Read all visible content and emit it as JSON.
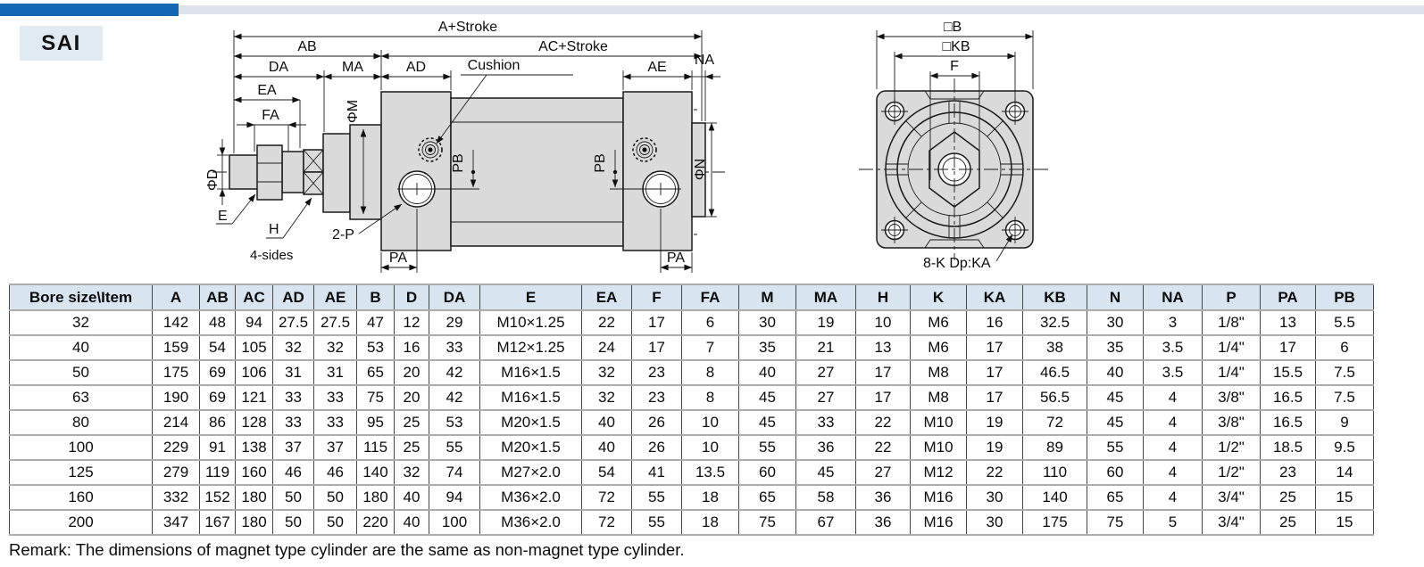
{
  "header": {
    "product_code": "SAI"
  },
  "drawing": {
    "side_view": {
      "labels": {
        "a_stroke": "A+Stroke",
        "ab": "AB",
        "ac_stroke": "AC+Stroke",
        "da": "DA",
        "ma": "MA",
        "ad": "AD",
        "cushion": "Cushion",
        "ae": "AE",
        "na": "NA",
        "ea": "EA",
        "fa": "FA",
        "phi_m": "ΦM",
        "phi_d": "ΦD",
        "e": "E",
        "h": "H",
        "four_sides": "4-sides",
        "two_p": "2-P",
        "pb_front": "PB",
        "pb_rear": "PB",
        "phi_n": "ΦN",
        "pa_front": "PA",
        "pa_rear": "PA"
      }
    },
    "end_view": {
      "labels": {
        "b": "□B",
        "kb": "□KB",
        "f": "F",
        "bolt_note": "8-K Dp:KA"
      }
    }
  },
  "table": {
    "columns": [
      "Bore size\\Item",
      "A",
      "AB",
      "AC",
      "AD",
      "AE",
      "B",
      "D",
      "DA",
      "E",
      "EA",
      "F",
      "FA",
      "M",
      "MA",
      "H",
      "K",
      "KA",
      "KB",
      "N",
      "NA",
      "P",
      "PA",
      "PB"
    ],
    "rows": [
      [
        "32",
        "142",
        "48",
        "94",
        "27.5",
        "27.5",
        "47",
        "12",
        "29",
        "M10×1.25",
        "22",
        "17",
        "6",
        "30",
        "19",
        "10",
        "M6",
        "16",
        "32.5",
        "30",
        "3",
        "1/8\"",
        "13",
        "5.5"
      ],
      [
        "40",
        "159",
        "54",
        "105",
        "32",
        "32",
        "53",
        "16",
        "33",
        "M12×1.25",
        "24",
        "17",
        "7",
        "35",
        "21",
        "13",
        "M6",
        "17",
        "38",
        "35",
        "3.5",
        "1/4\"",
        "17",
        "6"
      ],
      [
        "50",
        "175",
        "69",
        "106",
        "31",
        "31",
        "65",
        "20",
        "42",
        "M16×1.5",
        "32",
        "23",
        "8",
        "40",
        "27",
        "17",
        "M8",
        "17",
        "46.5",
        "40",
        "3.5",
        "1/4\"",
        "15.5",
        "7.5"
      ],
      [
        "63",
        "190",
        "69",
        "121",
        "33",
        "33",
        "75",
        "20",
        "42",
        "M16×1.5",
        "32",
        "23",
        "8",
        "45",
        "27",
        "17",
        "M8",
        "17",
        "56.5",
        "45",
        "4",
        "3/8\"",
        "16.5",
        "7.5"
      ],
      [
        "80",
        "214",
        "86",
        "128",
        "33",
        "33",
        "95",
        "25",
        "53",
        "M20×1.5",
        "40",
        "26",
        "10",
        "45",
        "33",
        "22",
        "M10",
        "19",
        "72",
        "45",
        "4",
        "3/8\"",
        "16.5",
        "9"
      ],
      [
        "100",
        "229",
        "91",
        "138",
        "37",
        "37",
        "115",
        "25",
        "55",
        "M20×1.5",
        "40",
        "26",
        "10",
        "55",
        "36",
        "22",
        "M10",
        "19",
        "89",
        "55",
        "4",
        "1/2\"",
        "18.5",
        "9.5"
      ],
      [
        "125",
        "279",
        "119",
        "160",
        "46",
        "46",
        "140",
        "32",
        "74",
        "M27×2.0",
        "54",
        "41",
        "13.5",
        "60",
        "45",
        "27",
        "M12",
        "22",
        "110",
        "60",
        "4",
        "1/2\"",
        "23",
        "14"
      ],
      [
        "160",
        "332",
        "152",
        "180",
        "50",
        "50",
        "180",
        "40",
        "94",
        "M36×2.0",
        "72",
        "55",
        "18",
        "65",
        "58",
        "36",
        "M16",
        "30",
        "140",
        "65",
        "4",
        "3/4\"",
        "25",
        "15"
      ],
      [
        "200",
        "347",
        "167",
        "180",
        "50",
        "50",
        "220",
        "40",
        "100",
        "M36×2.0",
        "72",
        "55",
        "18",
        "75",
        "67",
        "36",
        "M16",
        "30",
        "175",
        "75",
        "5",
        "3/4\"",
        "25",
        "15"
      ]
    ]
  },
  "remark": "Remark: The dimensions of magnet type cylinder are the same as non-magnet type cylinder."
}
